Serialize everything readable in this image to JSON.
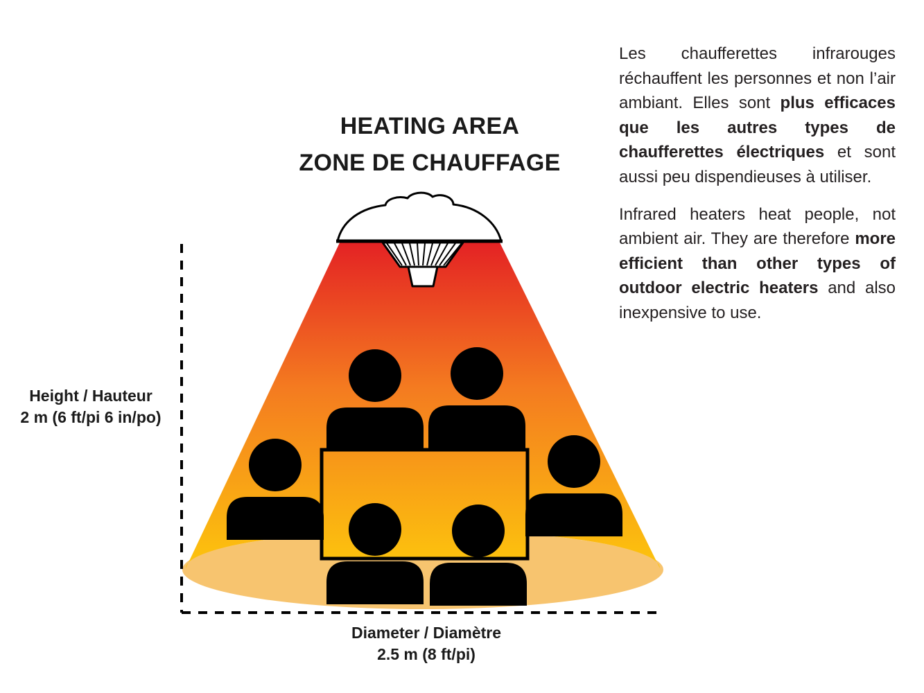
{
  "diagram": {
    "title_line1": "HEATING AREA",
    "title_line2": "ZONE DE CHAUFFAGE",
    "height_label": "Height / Hauteur",
    "height_value": "2 m (6 ft/pi 6 in/po)",
    "diameter_label": "Diameter / Diamètre",
    "diameter_value": "2.5 m (8 ft/pi)",
    "colors": {
      "cone_top": "#E31E24",
      "cone_mid": "#F47B20",
      "cone_bottom": "#FDC70C",
      "floor_ellipse": "#F7C46F",
      "silhouette": "#000000",
      "line": "#000000"
    },
    "icons": {
      "heater": "patio-heater-icon",
      "person": "person-silhouette-icon"
    }
  },
  "paragraphs": {
    "french": {
      "before_bold": "Les chaufferettes infrarouges réchauffent les personnes et non l’air ambiant. Elles sont ",
      "bold": "plus efficaces que les autres types de chaufferettes électriques",
      "after_bold": " et sont aussi peu dispendieuses à utiliser."
    },
    "english": {
      "before_bold": "Infrared heaters heat people, not ambient air. They are therefore ",
      "bold": "more efficient than other types of outdoor electric heaters",
      "after_bold": " and also inexpensive to use."
    }
  }
}
